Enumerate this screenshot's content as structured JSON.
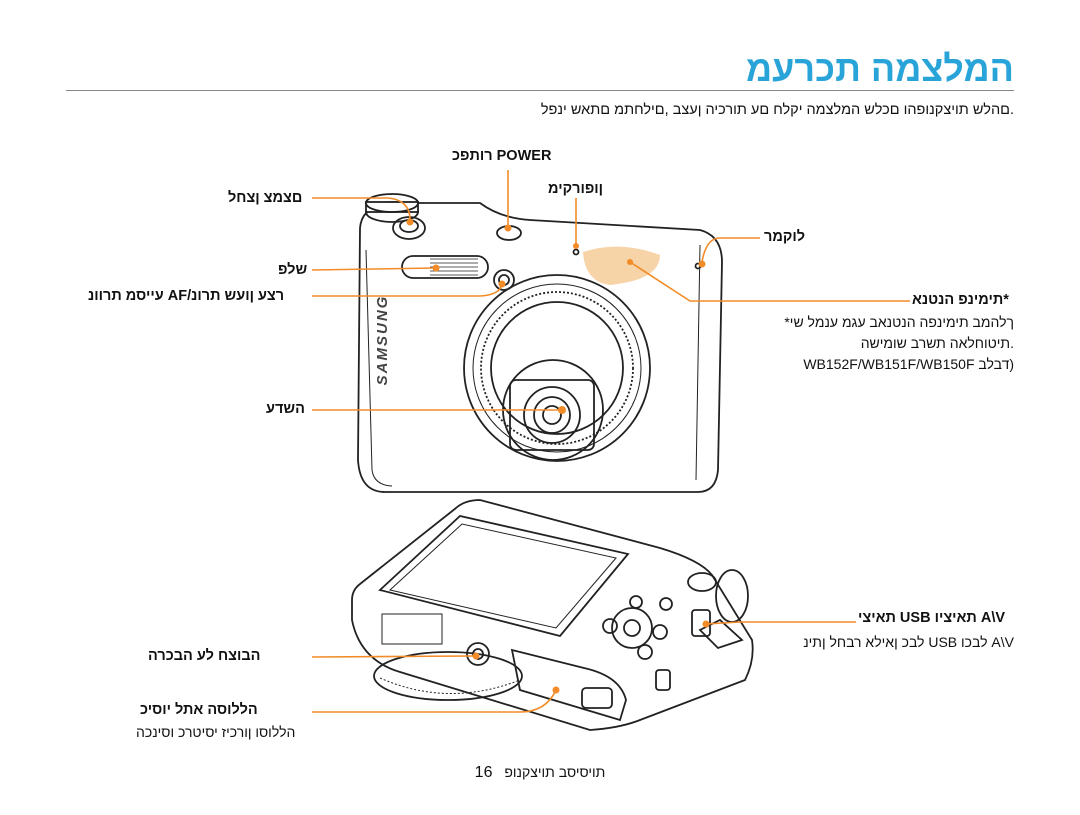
{
  "page": {
    "title": "המלצמה תכרעמ",
    "intro": ".םהלש תויצקנופהו םכלש המלצמה יקלח םע תורכיה ןעצב ,םילחתמ םתאש ינפל",
    "footer_text": "תויסיסב תויצקנופ",
    "page_number": "16"
  },
  "front_view": {
    "labels": {
      "power": "POWER רותפכ",
      "microphone": "ןופורקימ",
      "shutter": "םצמצ ןצחל",
      "speaker": "לוקמר",
      "flash": "שלפ",
      "af_lamp": "רצע ןועש תרונ/AF עייסמ תרוונ",
      "antenna": "*תימינפ הנטנא",
      "lens": "השדע"
    },
    "antenna_note": [
      "ךלהמב תימינפה הנטנאב עגמ ענמל שי*",
      ".תיטוחלאה תשרב שומישה",
      "(דבלב WB152F/WB151F/WB150F"
    ],
    "brand": "SAMSUNG"
  },
  "back_view": {
    "labels": {
      "usb": "A\\V תאיציו USB תאיצי",
      "tripod": "הבוצח לע הבכרה",
      "battery": "הללוסה אתל יוסיכ"
    },
    "usb_note": "A\\V לבכו USB לבכ ןאילא רבחל ןתינ",
    "battery_note": "הללוסו ןורכיז יסיטרכ וסינכה"
  },
  "colors": {
    "title": "#29a4d9",
    "callout": "#f28c28",
    "outline": "#222222"
  }
}
